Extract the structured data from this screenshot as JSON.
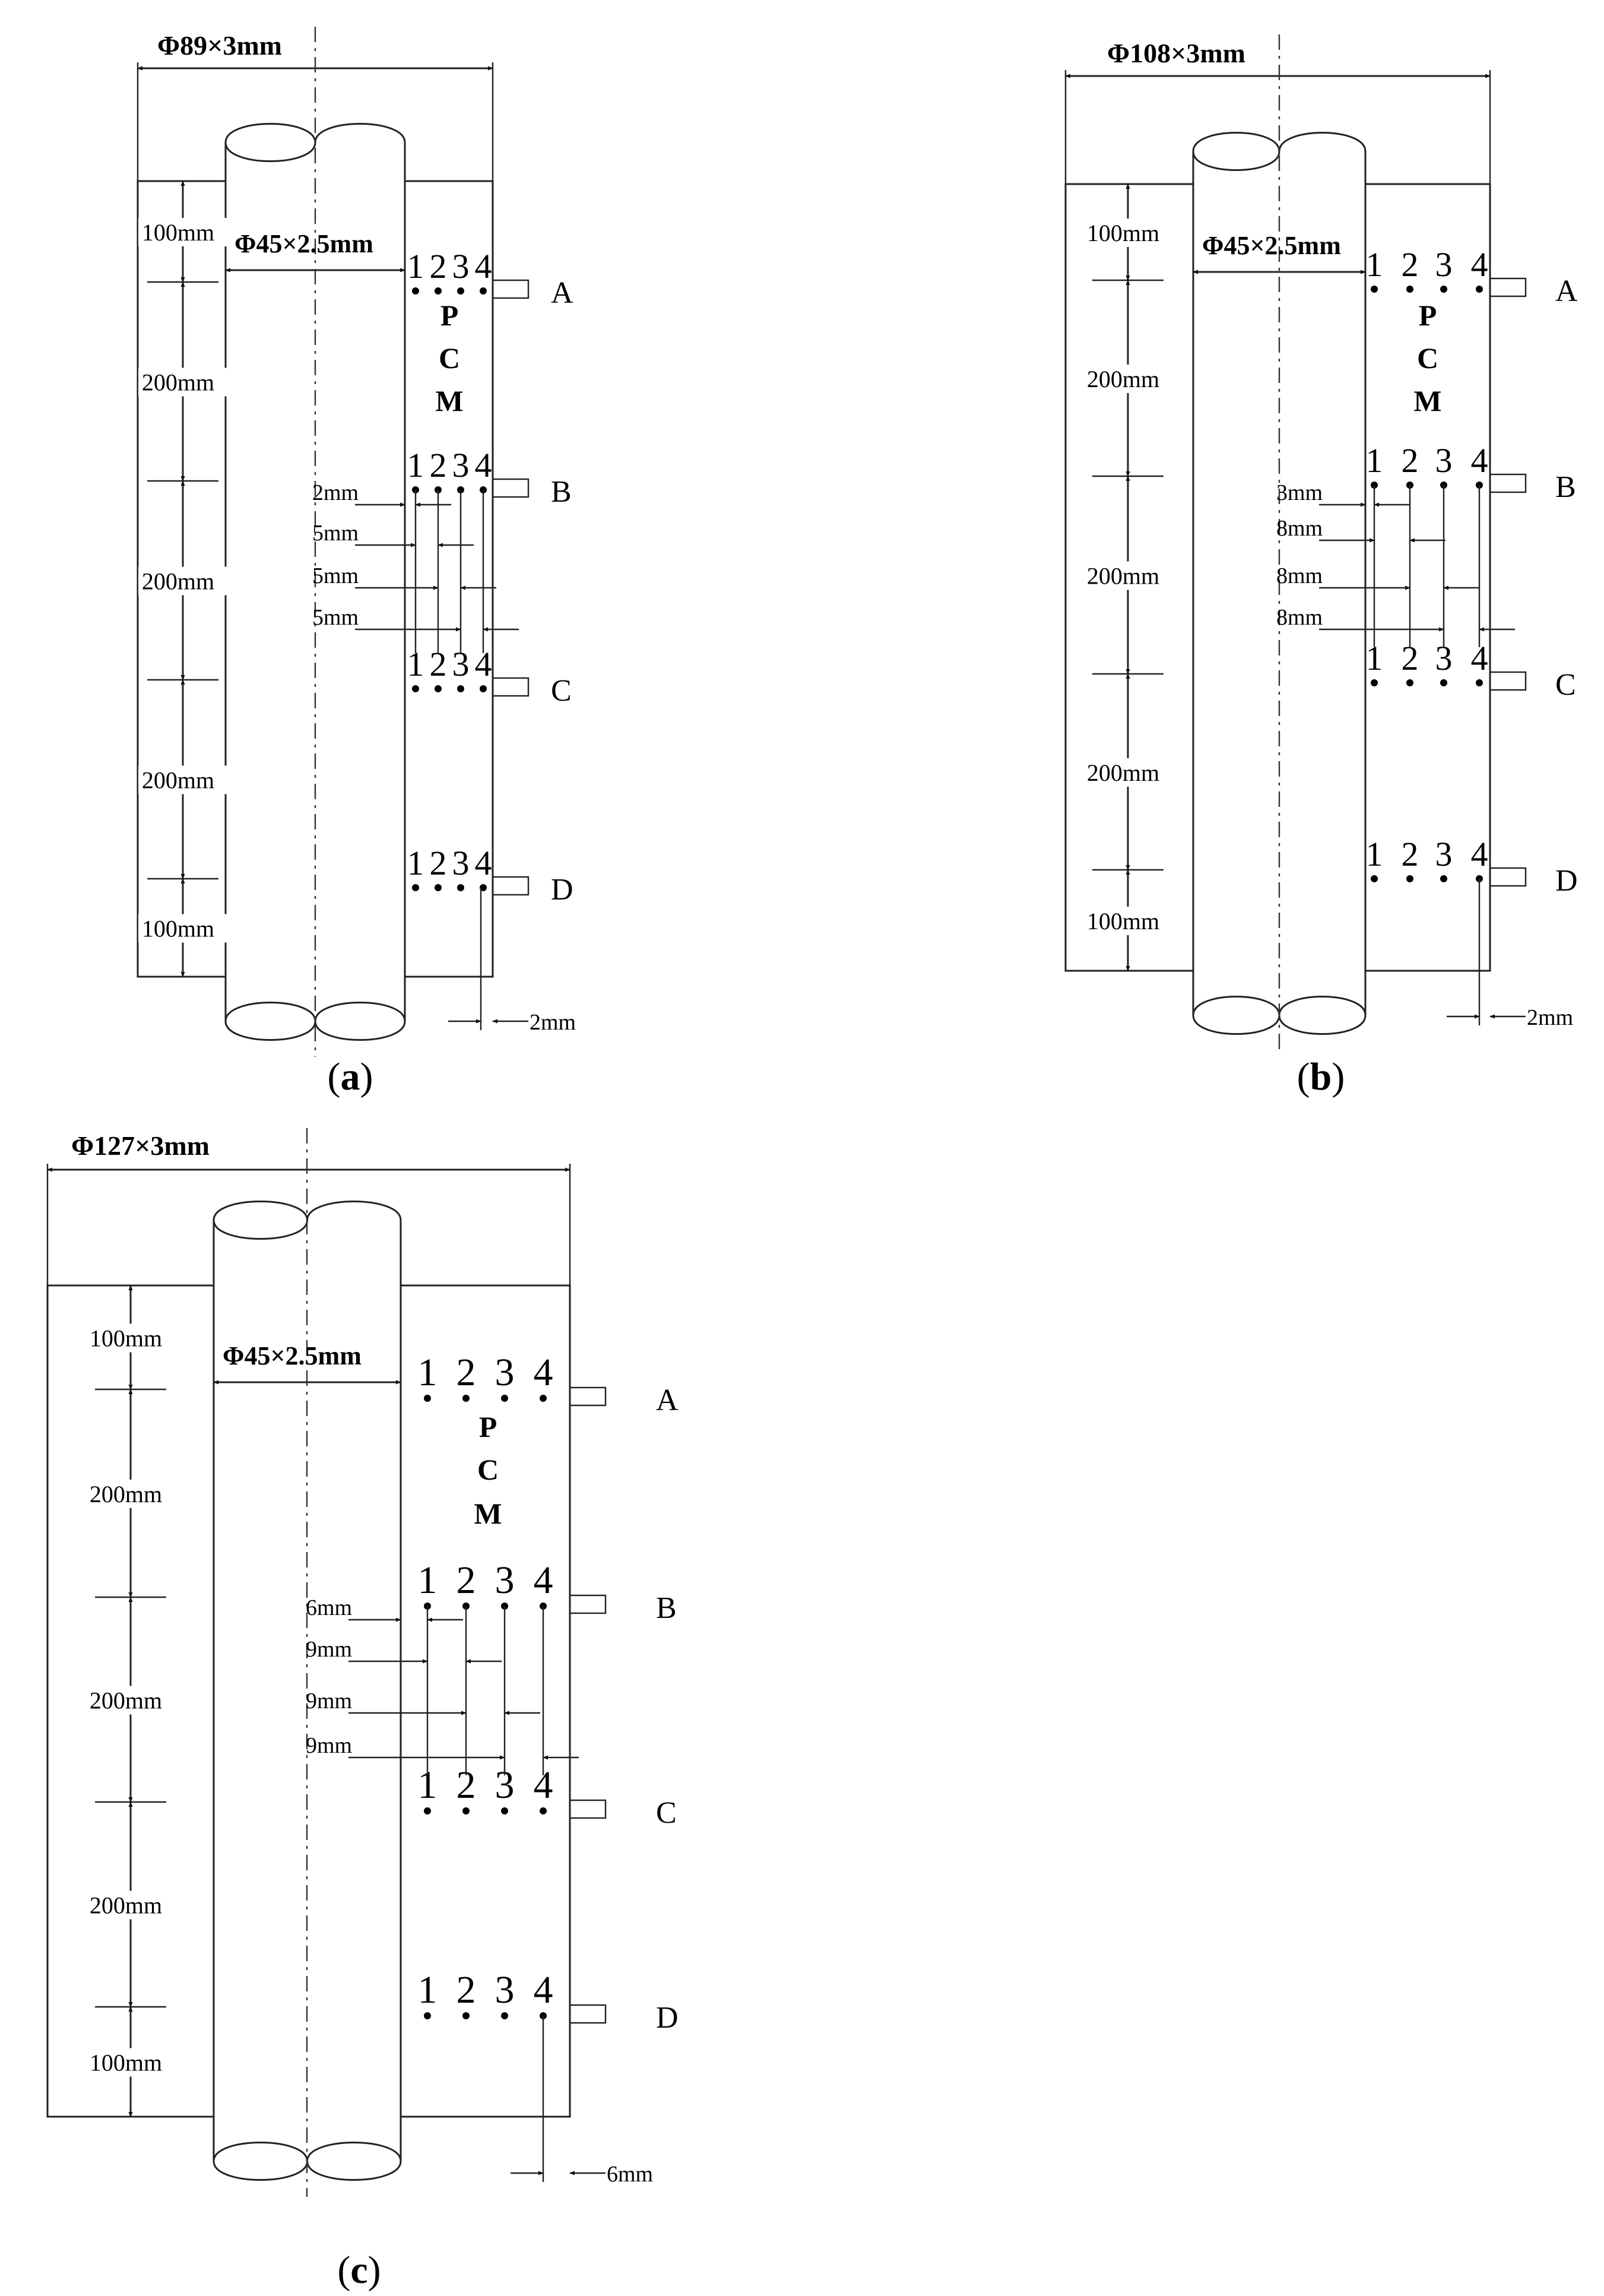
{
  "panels": [
    {
      "id": "a",
      "caption": "a",
      "outer_diameter": "Φ89×3mm",
      "inner_diameter": "Φ45×2.5mm",
      "pcm_letters": [
        "P",
        "C",
        "M"
      ],
      "heights": [
        "100mm",
        "200mm",
        "200mm",
        "200mm",
        "100mm"
      ],
      "rows": [
        {
          "label": "A",
          "numbers": [
            "1",
            "2",
            "3",
            "4"
          ]
        },
        {
          "label": "B",
          "numbers": [
            "1",
            "2",
            "3",
            "4"
          ]
        },
        {
          "label": "C",
          "numbers": [
            "1",
            "2",
            "3",
            "4"
          ]
        },
        {
          "label": "D",
          "numbers": [
            "1",
            "2",
            "3",
            "4"
          ]
        }
      ],
      "spacings": [
        "2mm",
        "5mm",
        "5mm",
        "5mm"
      ],
      "bottom_gap": "2mm"
    },
    {
      "id": "b",
      "caption": "b",
      "outer_diameter": "Φ108×3mm",
      "inner_diameter": "Φ45×2.5mm",
      "pcm_letters": [
        "P",
        "C",
        "M"
      ],
      "heights": [
        "100mm",
        "200mm",
        "200mm",
        "200mm",
        "100mm"
      ],
      "rows": [
        {
          "label": "A",
          "numbers": [
            "1",
            "2",
            "3",
            "4"
          ]
        },
        {
          "label": "B",
          "numbers": [
            "1",
            "2",
            "3",
            "4"
          ]
        },
        {
          "label": "C",
          "numbers": [
            "1",
            "2",
            "3",
            "4"
          ]
        },
        {
          "label": "D",
          "numbers": [
            "1",
            "2",
            "3",
            "4"
          ]
        }
      ],
      "spacings": [
        "3mm",
        "8mm",
        "8mm",
        "8mm"
      ],
      "bottom_gap": "2mm"
    },
    {
      "id": "c",
      "caption": "c",
      "outer_diameter": "Φ127×3mm",
      "inner_diameter": "Φ45×2.5mm",
      "pcm_letters": [
        "P",
        "C",
        "M"
      ],
      "heights": [
        "100mm",
        "200mm",
        "200mm",
        "200mm",
        "100mm"
      ],
      "rows": [
        {
          "label": "A",
          "numbers": [
            "1",
            "2",
            "3",
            "4"
          ]
        },
        {
          "label": "B",
          "numbers": [
            "1",
            "2",
            "3",
            "4"
          ]
        },
        {
          "label": "C",
          "numbers": [
            "1",
            "2",
            "3",
            "4"
          ]
        },
        {
          "label": "D",
          "numbers": [
            "1",
            "2",
            "3",
            "4"
          ]
        }
      ],
      "spacings": [
        "6mm",
        "9mm",
        "9mm",
        "9mm"
      ],
      "bottom_gap": "6mm"
    }
  ]
}
